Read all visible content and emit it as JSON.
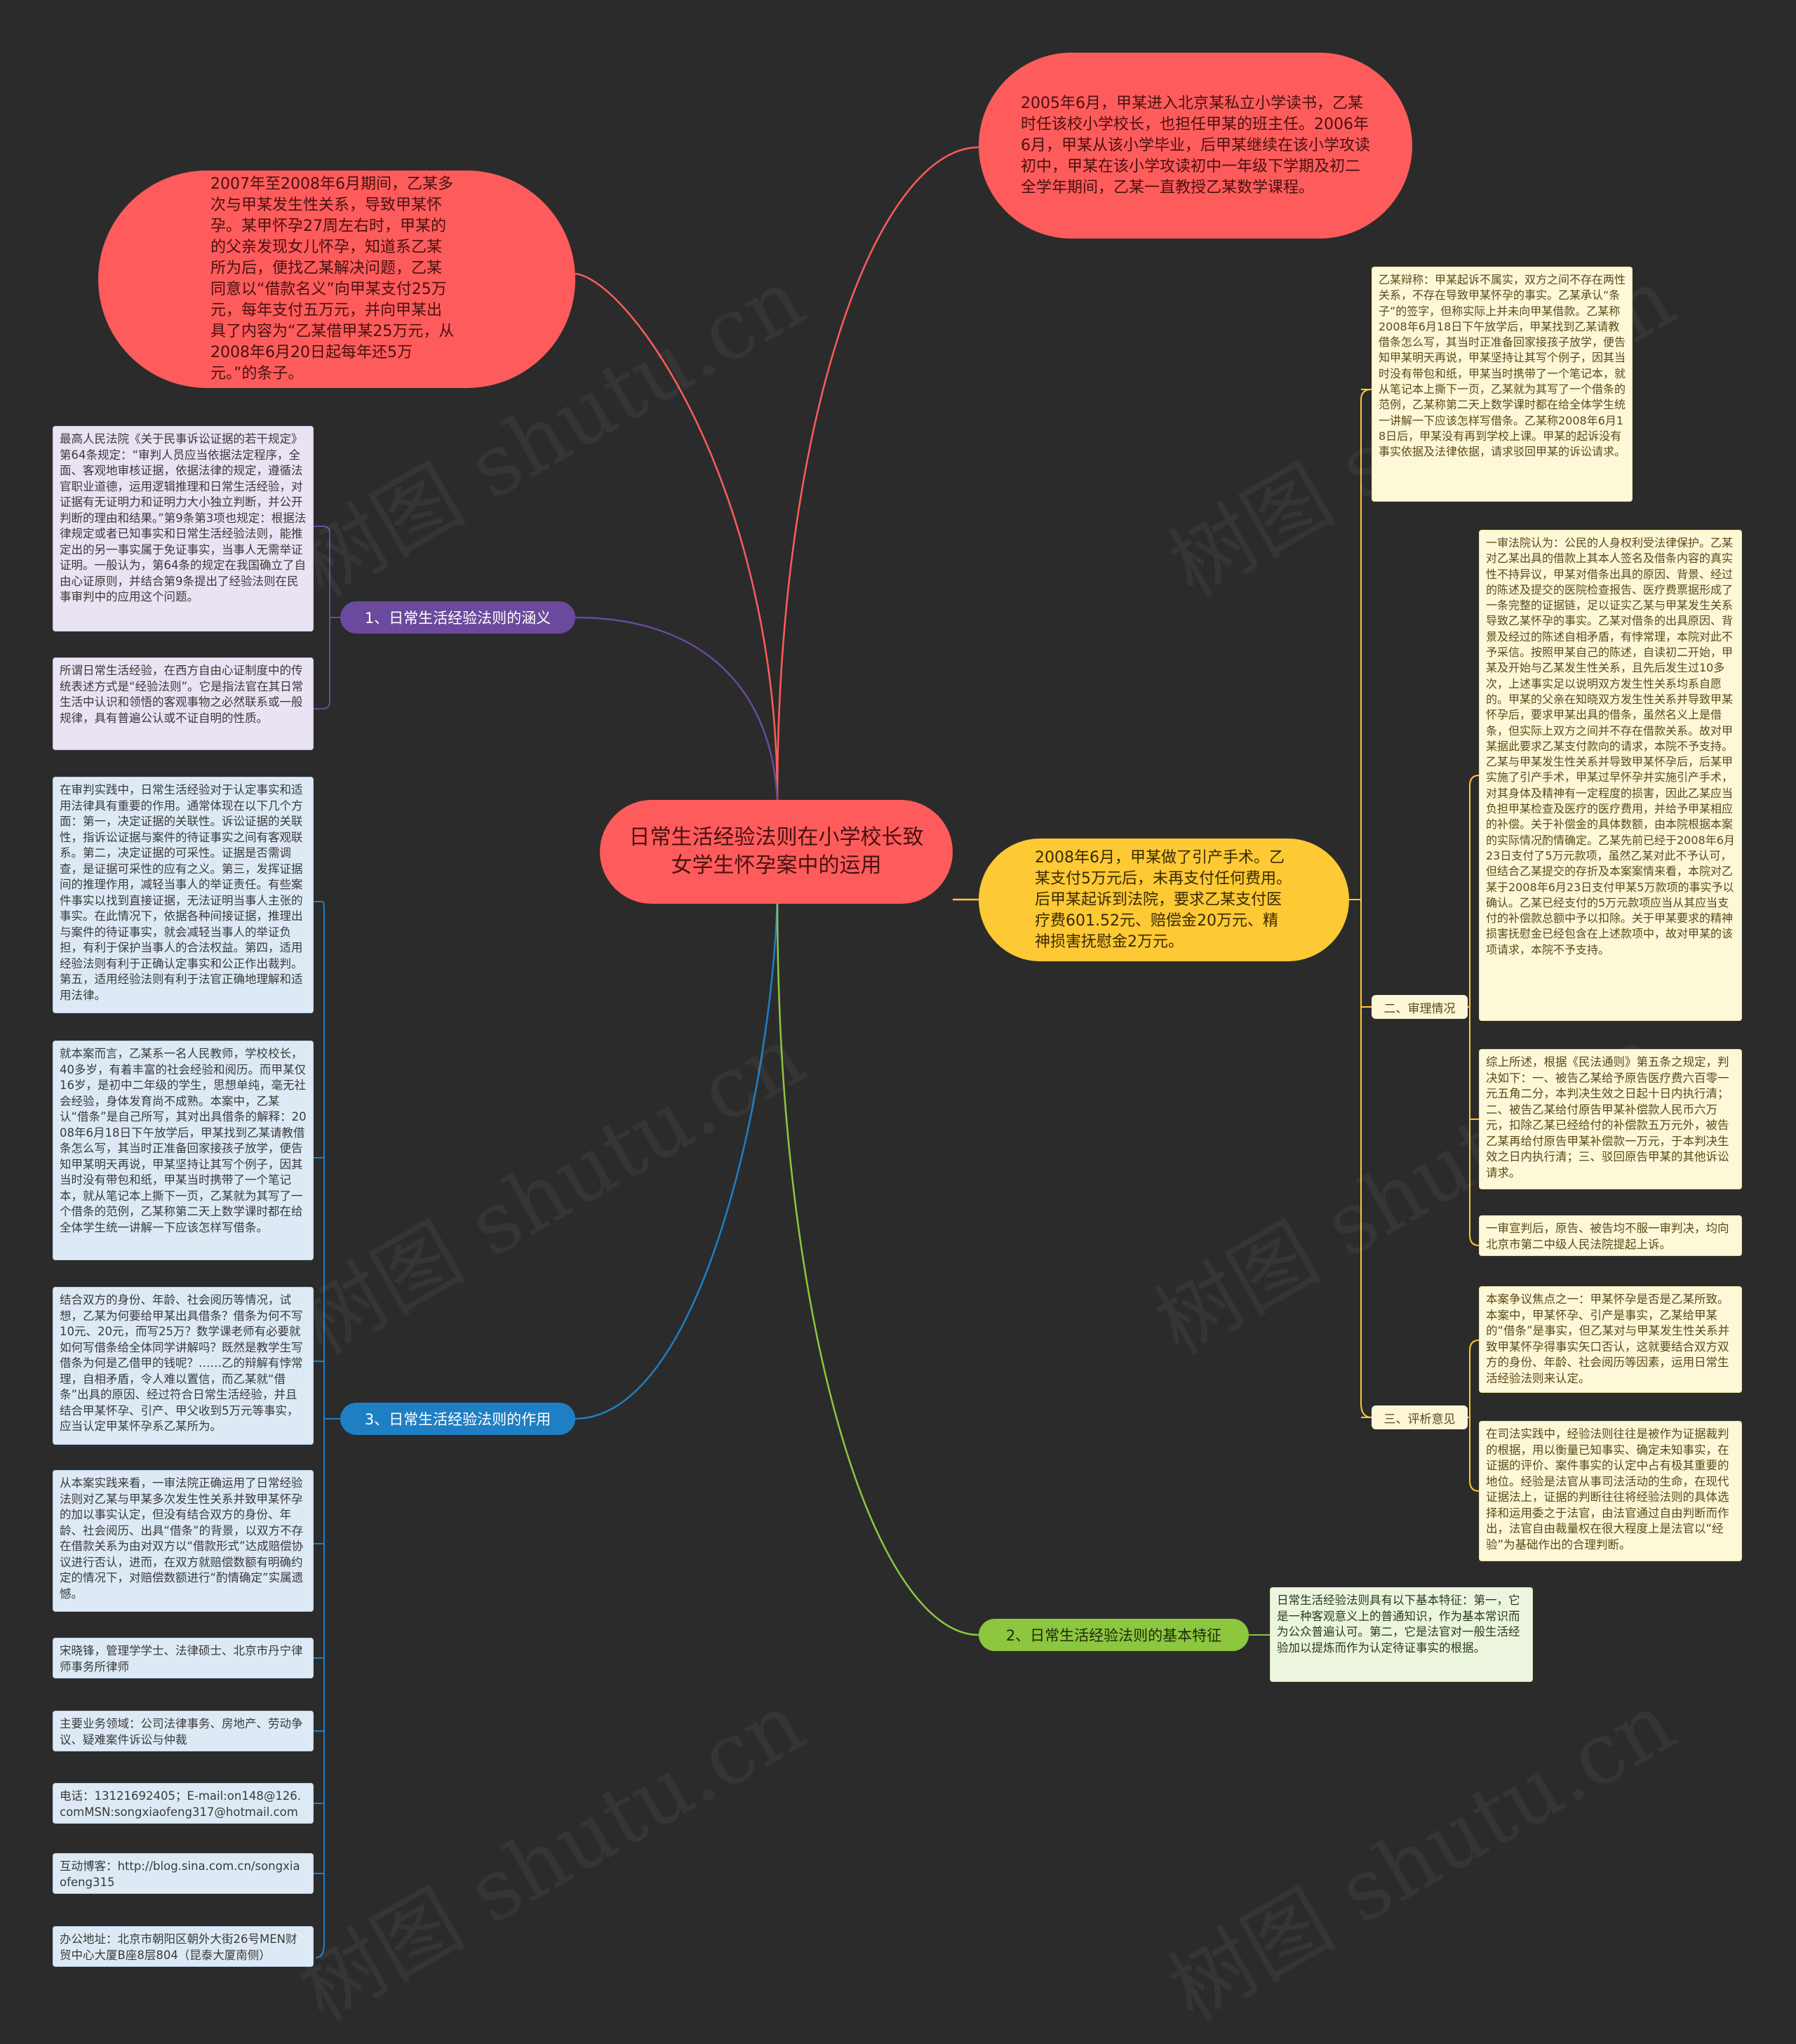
{
  "center": {
    "title": "日常生活经验法则在小学校长致女学生怀孕案中的运用"
  },
  "top_nodes": {
    "right_fact": "2005年6月，甲某进入北京某私立小学读书，乙某时任该校小学校长，也担任甲某的班主任。2006年6月，甲某从该小学毕业，后甲某继续在该小学攻读初中，甲某在该小学攻读初中一年级下学期及初二全学年期间，乙某一直教授乙某数学课程。",
    "left_fact": "2007年至2008年6月期间，乙某多次与甲某发生性关系，导致甲某怀孕。某甲怀孕27周左右时，甲某的的父亲发现女儿怀孕，知道系乙某所为后，便找乙某解决问题，乙某同意以“借款名义”向甲某支付25万元，每年支付五万元，并向甲某出具了内容为“乙某借甲某25万元，从2008年6月20日起每年还5万元。”的条子。",
    "yellow_fact": "2008年6月，甲某做了引产手术。乙某支付5万元后，未再支付任何费用。后甲某起诉到法院，要求乙某支付医疗费601.52元、赔偿金20万元、精神损害抚慰金2万元。"
  },
  "branches": {
    "b1": "1、日常生活经验法则的涵义",
    "b2": "2、日常生活经验法则的基本特征",
    "b3": "3、日常生活经验法则的作用",
    "trial": "二、审理情况",
    "review": "三、评析意见"
  },
  "b1_cards": [
    "最高人民法院《关于民事诉讼证据的若干规定》第64条规定：“审判人员应当依据法定程序，全面、客观地审核证据，依据法律的规定，遵循法官职业道德，运用逻辑推理和日常生活经验，对证据有无证明力和证明力大小独立判断，并公开判断的理由和结果。”第9条第3项也规定：根据法律规定或者已知事实和日常生活经验法则，能推定出的另一事实属于免证事实，当事人无需举证证明。一般认为，第64条的规定在我国确立了自由心证原则，并结合第9条提出了经验法则在民事审判中的应用这个问题。",
    "所谓日常生活经验，在西方自由心证制度中的传统表述方式是“经验法则”。它是指法官在其日常生活中认识和领悟的客观事物之必然联系或一般规律，具有普遍公认或不证自明的性质。"
  ],
  "b3_cards": [
    "在审判实践中，日常生活经验对于认定事实和适用法律具有重要的作用。通常体现在以下几个方面：第一，决定证据的关联性。诉讼证据的关联性，指诉讼证据与案件的待证事实之间有客观联系。第二，决定证据的可采性。证据是否需调查，是证据可采性的应有之义。第三，发挥证据间的推理作用，减轻当事人的举证责任。有些案件事实以找到直接证据，无法证明当事人主张的事实。在此情况下，依据各种间接证据，推理出与案件的待证事实，就会减轻当事人的举证负担，有利于保护当事人的合法权益。第四，适用经验法则有利于正确认定事实和公正作出裁判。第五，适用经验法则有利于法官正确地理解和适用法律。",
    "就本案而言，乙某系一名人民教师，学校校长，40多岁，有着丰富的社会经验和阅历。而甲某仅16岁，是初中二年级的学生，思想单纯，毫无社会经验，身体发育尚不成熟。本案中，乙某认“借条”是自己所写，其对出具借条的解释：2008年6月18日下午放学后，甲某找到乙某请教借条怎么写，其当时正准备回家接孩子放学，便告知甲某明天再说，甲某坚持让其写个例子，因其当时没有带包和纸，甲某当时携带了一个笔记本，就从笔记本上撕下一页，乙某就为其写了一个借条的范例，乙某称第二天上数学课时都在给全体学生统一讲解一下应该怎样写借条。",
    "结合双方的身份、年龄、社会阅历等情况，试想，乙某为何要给甲某出具借条？借条为何不写10元、20元，而写25万？数学课老师有必要就如何写借条给全体同学讲解吗？既然是教学生写借条为何是乙借甲的钱呢？……乙的辩解有悖常理，自相矛盾，令人难以置信，而乙某就“借条”出具的原因、经过符合日常生活经验，并且结合甲某怀孕、引产、甲父收到5万元等事实，应当认定甲某怀孕系乙某所为。",
    "从本案实践来看，一审法院正确运用了日常经验法则对乙某与甲某多次发生性关系并致甲某怀孕的加以事实认定，但没有结合双方的身份、年龄、社会阅历、出具“借条”的背景，以双方不存在借款关系为由对双方以“借款形式”达成赔偿协议进行否认，进而，在双方就赔偿数额有明确约定的情况下，对赔偿数额进行“酌情确定”实属遗憾。",
    "宋晓锋，管理学学士、法律硕士、北京市丹宁律师事务所律师",
    "主要业务领域：公司法律事务、房地产、劳动争议、疑难案件诉讼与仲裁",
    "电话：13121692405；E-mail:on148@126.comMSN:songxiaofeng317@hotmail.com",
    "互动博客：http://blog.sina.com.cn/songxiaofeng315",
    "办公地址：北京市朝阳区朝外大街26号MEN财贸中心大厦B座8层804（昆泰大厦南侧）"
  ],
  "trial_cards": [
    "乙某辩称：甲某起诉不属实，双方之间不存在两性关系，不存在导致甲某怀孕的事实。乙某承认“条子”的签字，但称实际上并未向甲某借款。乙某称2008年6月18日下午放学后，甲某找到乙某请教借条怎么写，其当时正准备回家接孩子放学，便告知甲某明天再说，甲某坚持让其写个例子，因其当时没有带包和纸，甲某当时携带了一个笔记本，就从笔记本上撕下一页，乙某就为其写了一个借条的范例，乙某称第二天上数学课时都在给全体学生统一讲解一下应该怎样写借条。乙某称2008年6月18日后，甲某没有再到学校上课。甲某的起诉没有事实依据及法律依据，请求驳回甲某的诉讼请求。",
    "一审法院认为：公民的人身权利受法律保护。乙某对乙某出具的借款上其本人签名及借条内容的真实性不持异议，甲某对借条出具的原因、背景、经过的陈述及提交的医院检查报告、医疗费票据形成了一条完整的证据链，足以证实乙某与甲某发生关系导致乙某怀孕的事实。乙某对借条的出具原因、背景及经过的陈述自相矛盾，有悖常理，本院对此不予采信。按照甲某自己的陈述，自读初二开始，甲某及开始与乙某发生性关系，且先后发生过10多次，上述事实足以说明双方发生性关系均系自愿的。甲某的父亲在知晓双方发生性关系并导致甲某怀孕后，要求甲某出具的借条，虽然名义上是借条，但实际上双方之间并不存在借款关系。故对甲某据此要求乙某支付款向的请求，本院不予支持。乙某与甲某发生性关系并导致甲某怀孕后，后某甲实施了引产手术，甲某过早怀孕并实施引产手术，对其身体及精神有一定程度的损害，因此乙某应当负担甲某检查及医疗的医疗费用，并给予甲某相应的补偿。关于补偿金的具体数额，由本院根据本案的实际情况酌情确定。乙某先前已经于2008年6月23日支付了5万元款项，虽然乙某对此不予认可，但结合乙某提交的存折及本案案情来看，本院对乙某于2008年6月23日支付甲某5万款项的事实予以确认。乙某已经支付的5万元款项应当从其应当支付的补偿款总额中予以扣除。关于甲某要求的精神损害抚慰金已经包含在上述款项中，故对甲某的该项请求，本院不予支持。",
    "综上所述，根据《民法通则》第五条之规定，判决如下：一、被告乙某给予原告医疗费六百零一元五角二分，本判决生效之日起十日内执行清；二、被告乙某给付原告甲某补偿款人民币六万元，扣除乙某已经给付的补偿款五万元外，被告乙某再给付原告甲某补偿款一万元，于本判决生效之日内执行清；三、驳回原告甲某的其他诉讼请求。",
    "一审宣判后，原告、被告均不服一审判决，均向北京市第二中级人民法院提起上诉。"
  ],
  "review_cards": [
    "本案争议焦点之一：甲某怀孕是否是乙某所致。本案中，甲某怀孕、引产是事实，乙某给甲某的“借条”是事实，但乙某对与甲某发生性关系并致甲某怀孕得事实矢口否认，这就要结合双方双方的身份、年龄、社会阅历等因素，运用日常生活经验法则来认定。",
    "在司法实践中，经验法则往往是被作为证据裁判的根据，用以衡量已知事实、确定未知事实，在证据的评价、案件事实的认定中占有极其重要的地位。经验是法官从事司法活动的生命，在现代证据法上，证据的判断往往将经验法则的具体选择和运用委之于法官，由法官通过自由判断而作出，法官自由裁量权在很大程度上是法官以“经验”为基础作出的合理判断。"
  ],
  "b2_card": "日常生活经验法则具有以下基本特征：第一，它是一种客观意义上的普通知识，作为基本常识而为公众普遍认可。第二，它是法官对一般生活经验加以提炼而作为认定待证事实的根据。",
  "watermark": "树图 shutu.cn",
  "colors": {
    "background": "#2b2b2b",
    "red": "#fe5c5c",
    "yellow": "#fdc935",
    "purple": "#6a4a9c",
    "blue": "#1f7fc4",
    "green": "#8dc63f"
  }
}
